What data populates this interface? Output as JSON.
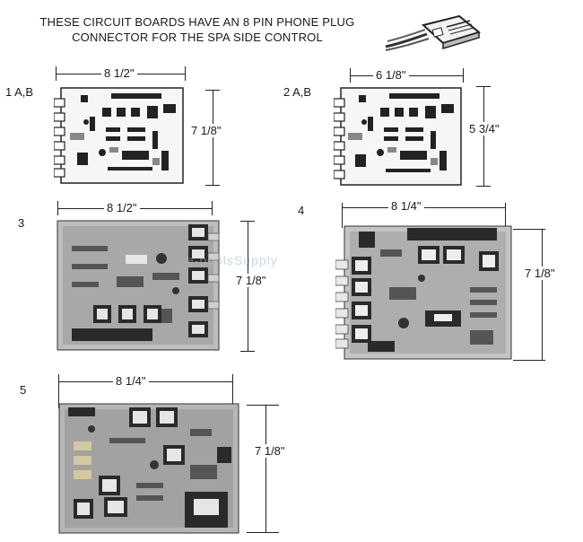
{
  "heading": {
    "line1": "THESE CIRCUIT BOARDS HAVE AN 8 PIN PHONE PLUG",
    "line2": "CONNECTOR FOR THE SPA SIDE CONTROL"
  },
  "boards": [
    {
      "id": "1ab",
      "label": "1 A,B",
      "width": "8 1/2\"",
      "height": "7 1/8\""
    },
    {
      "id": "2ab",
      "label": "2 A,B",
      "width": "6 1/8\"",
      "height": "5 3/4\""
    },
    {
      "id": "3",
      "label": "3",
      "width": "8 1/2\"",
      "height": "7 1/8\""
    },
    {
      "id": "4",
      "label": "4",
      "width": "8 1/4\"",
      "height": "7 1/8\""
    },
    {
      "id": "5",
      "label": "5",
      "width": "8 1/4\"",
      "height": "7 1/8\""
    }
  ],
  "watermark": "e-poolsSupply",
  "colors": {
    "line": "#222222",
    "board_dark": "#2a2a2a",
    "board_mid": "#8a8a8a",
    "board_light": "#d8d8d8"
  }
}
